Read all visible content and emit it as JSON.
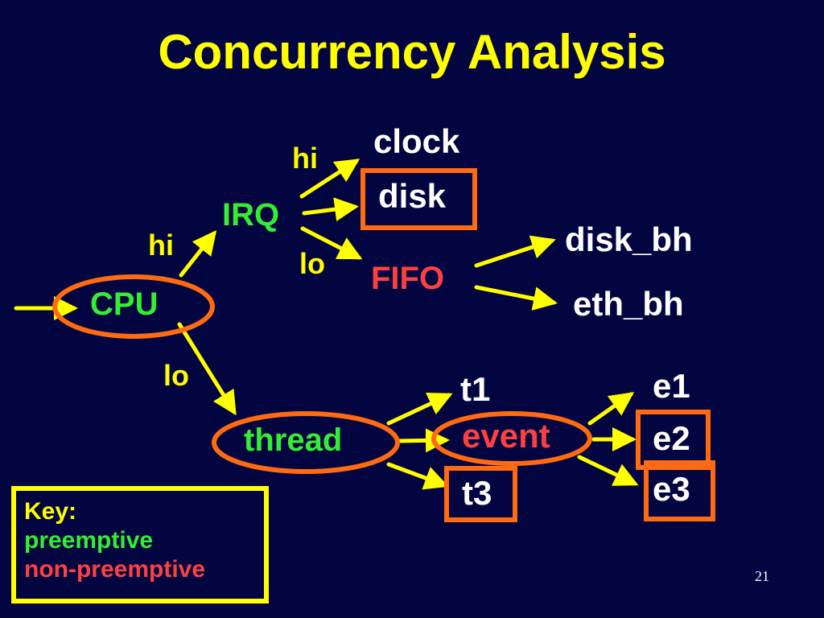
{
  "title": "Concurrency Analysis",
  "nodes": {
    "cpu": "CPU",
    "irq": "IRQ",
    "thread": "thread",
    "clock": "clock",
    "disk": "disk",
    "fifo": "FIFO",
    "disk_bh": "disk_bh",
    "eth_bh": "eth_bh",
    "t1": "t1",
    "event": "event",
    "t3": "t3",
    "e1": "e1",
    "e2": "e2",
    "e3": "e3"
  },
  "edge_labels": {
    "cpu_irq": "hi",
    "cpu_thread": "lo",
    "irq_clock": "hi",
    "irq_fifo": "lo"
  },
  "key": {
    "heading": "Key:",
    "preemptive": "preemptive",
    "non_preemptive": "non-preemptive"
  },
  "page_number": "21",
  "colors": {
    "background": "#020540",
    "title": "#FFFF00",
    "arrow": "#FFFF00",
    "highlight": "#FF6A13",
    "preemptive": "#33EE33",
    "non_preemptive": "#FF4040",
    "text": "#FFFFFF"
  }
}
